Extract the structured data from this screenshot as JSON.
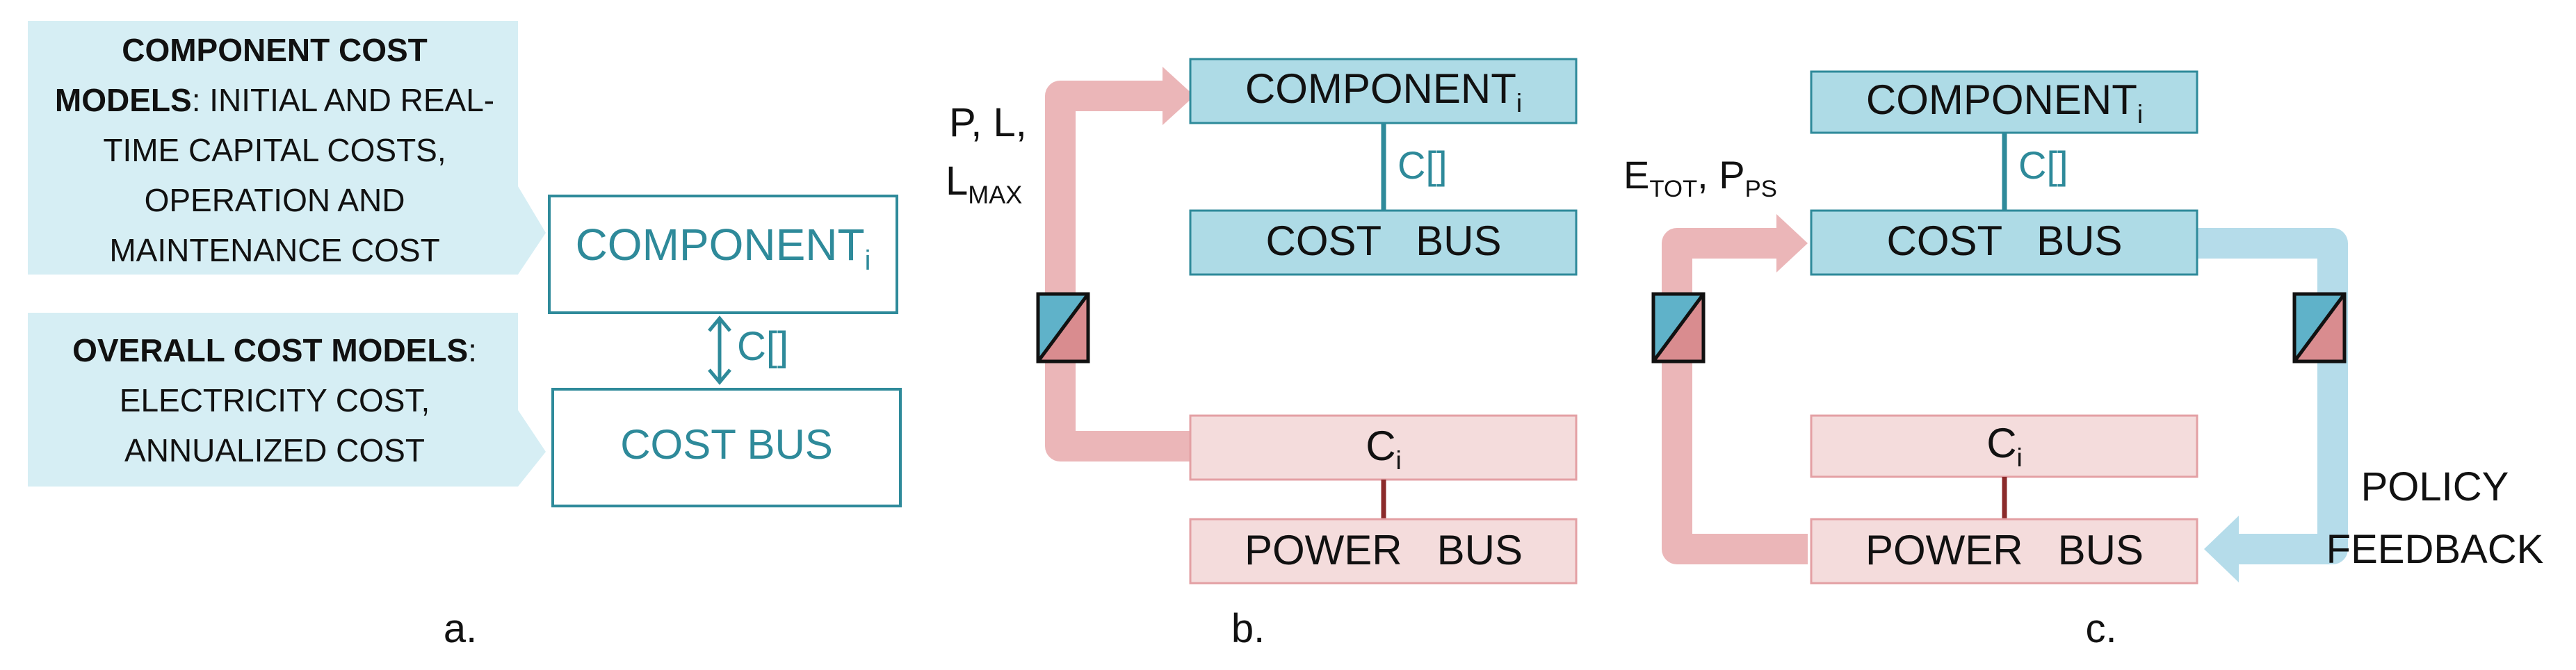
{
  "colors": {
    "teal": "#2e8a9a",
    "teal_fill": "#aedbe6",
    "teal_light": "#d6eef4",
    "pink_fill": "#f4dcdc",
    "pink_stroke": "#e3a0a4",
    "pink_arrow": "#ebb6b8",
    "blue_arrow": "#b5dcea",
    "dark_red": "#8b2b2b",
    "converter_blue": "#5fb2c9",
    "converter_red": "#d98c8f"
  },
  "panel_a": {
    "callout1": {
      "bold": "COMPONENT COST MODELS",
      "rest": ": INITIAL AND REAL-TIME CAPITAL COSTS, OPERATION AND MAINTENANCE COST"
    },
    "callout2": {
      "bold": "OVERALL COST MODELS",
      "rest": ": ELECTRICITY COST, ANNUALIZED COST"
    },
    "component": {
      "main": "COMPONENT",
      "sub": "i"
    },
    "cost_bus": "COST BUS",
    "link": "C[]",
    "caption": "a."
  },
  "panel_b": {
    "component": {
      "main": "COMPONENT",
      "sub": "i"
    },
    "cost_bus": "COST   BUS",
    "link": "C[]",
    "ci": {
      "main": "C",
      "sub": "i"
    },
    "power_bus": "POWER   BUS",
    "input_label_line1": "P, L,",
    "input_label_line2": {
      "main": "L",
      "sub": "MAX"
    },
    "caption": "b.",
    "converter_icon": "converter-icon"
  },
  "panel_c": {
    "component": {
      "main": "COMPONENT",
      "sub": "i"
    },
    "cost_bus": "COST   BUS",
    "link": "C[]",
    "ci": {
      "main": "C",
      "sub": "i"
    },
    "power_bus": "POWER   BUS",
    "e_tot": {
      "main": "E",
      "sub": "TOT"
    },
    "p_ps": {
      "main": "P",
      "sub": "PS"
    },
    "separator": ",",
    "feedback_line1": "POLICY",
    "feedback_line2": "FEEDBACK",
    "caption": "c.",
    "converter_icon": "converter-icon"
  }
}
